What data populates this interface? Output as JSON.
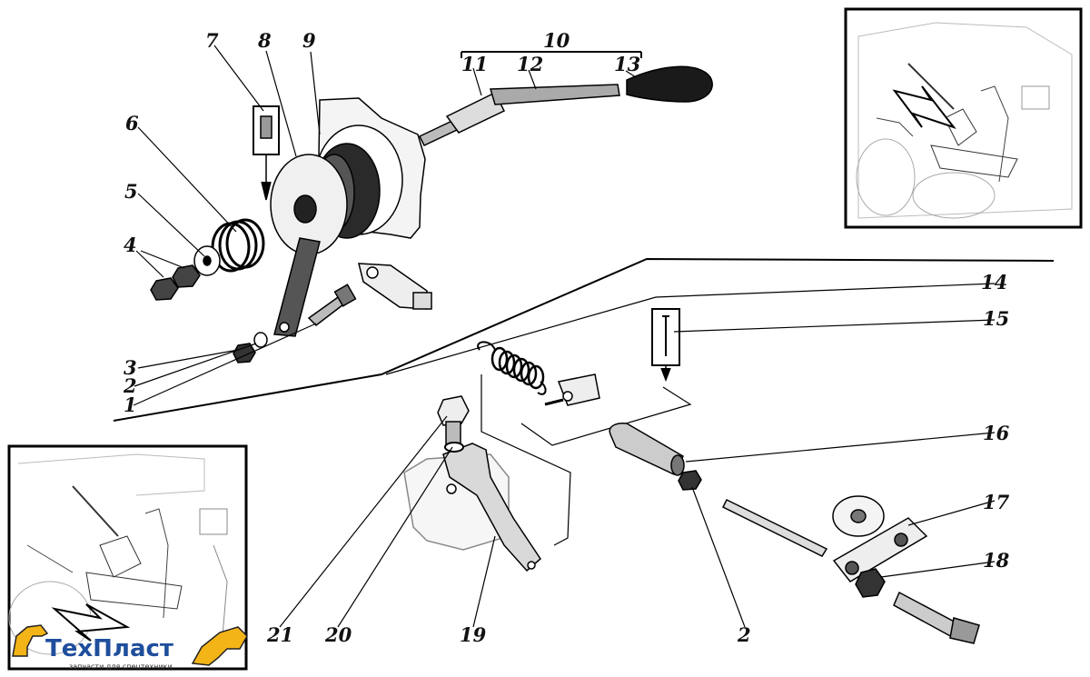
{
  "callouts": [
    "1",
    "2",
    "3",
    "4",
    "5",
    "6",
    "7",
    "8",
    "9",
    "10",
    "11",
    "12",
    "13",
    "14",
    "15",
    "16",
    "17",
    "18",
    "19",
    "20",
    "21",
    "2"
  ],
  "logo": {
    "name": "ТехПласт",
    "tagline": "запчасти для спецтехники"
  },
  "colors": {
    "ink": "#111111",
    "logo_blue": "#1f4e9c",
    "logo_yellow": "#f3b417"
  }
}
